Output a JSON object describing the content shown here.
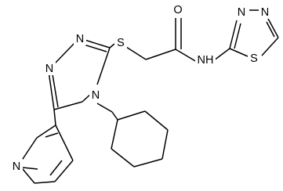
{
  "structure": {
    "atoms": [
      {
        "id": "o1",
        "symbol": "O"
      },
      {
        "id": "s1",
        "symbol": "S"
      },
      {
        "id": "n1",
        "symbol": "N"
      },
      {
        "id": "n2",
        "symbol": "N"
      },
      {
        "id": "n3",
        "symbol": "N"
      },
      {
        "id": "nh",
        "symbol": "NH"
      },
      {
        "id": "n4",
        "symbol": "N"
      },
      {
        "id": "n5",
        "symbol": "N"
      },
      {
        "id": "s2",
        "symbol": "S"
      },
      {
        "id": "n6",
        "symbol": "N"
      }
    ]
  }
}
